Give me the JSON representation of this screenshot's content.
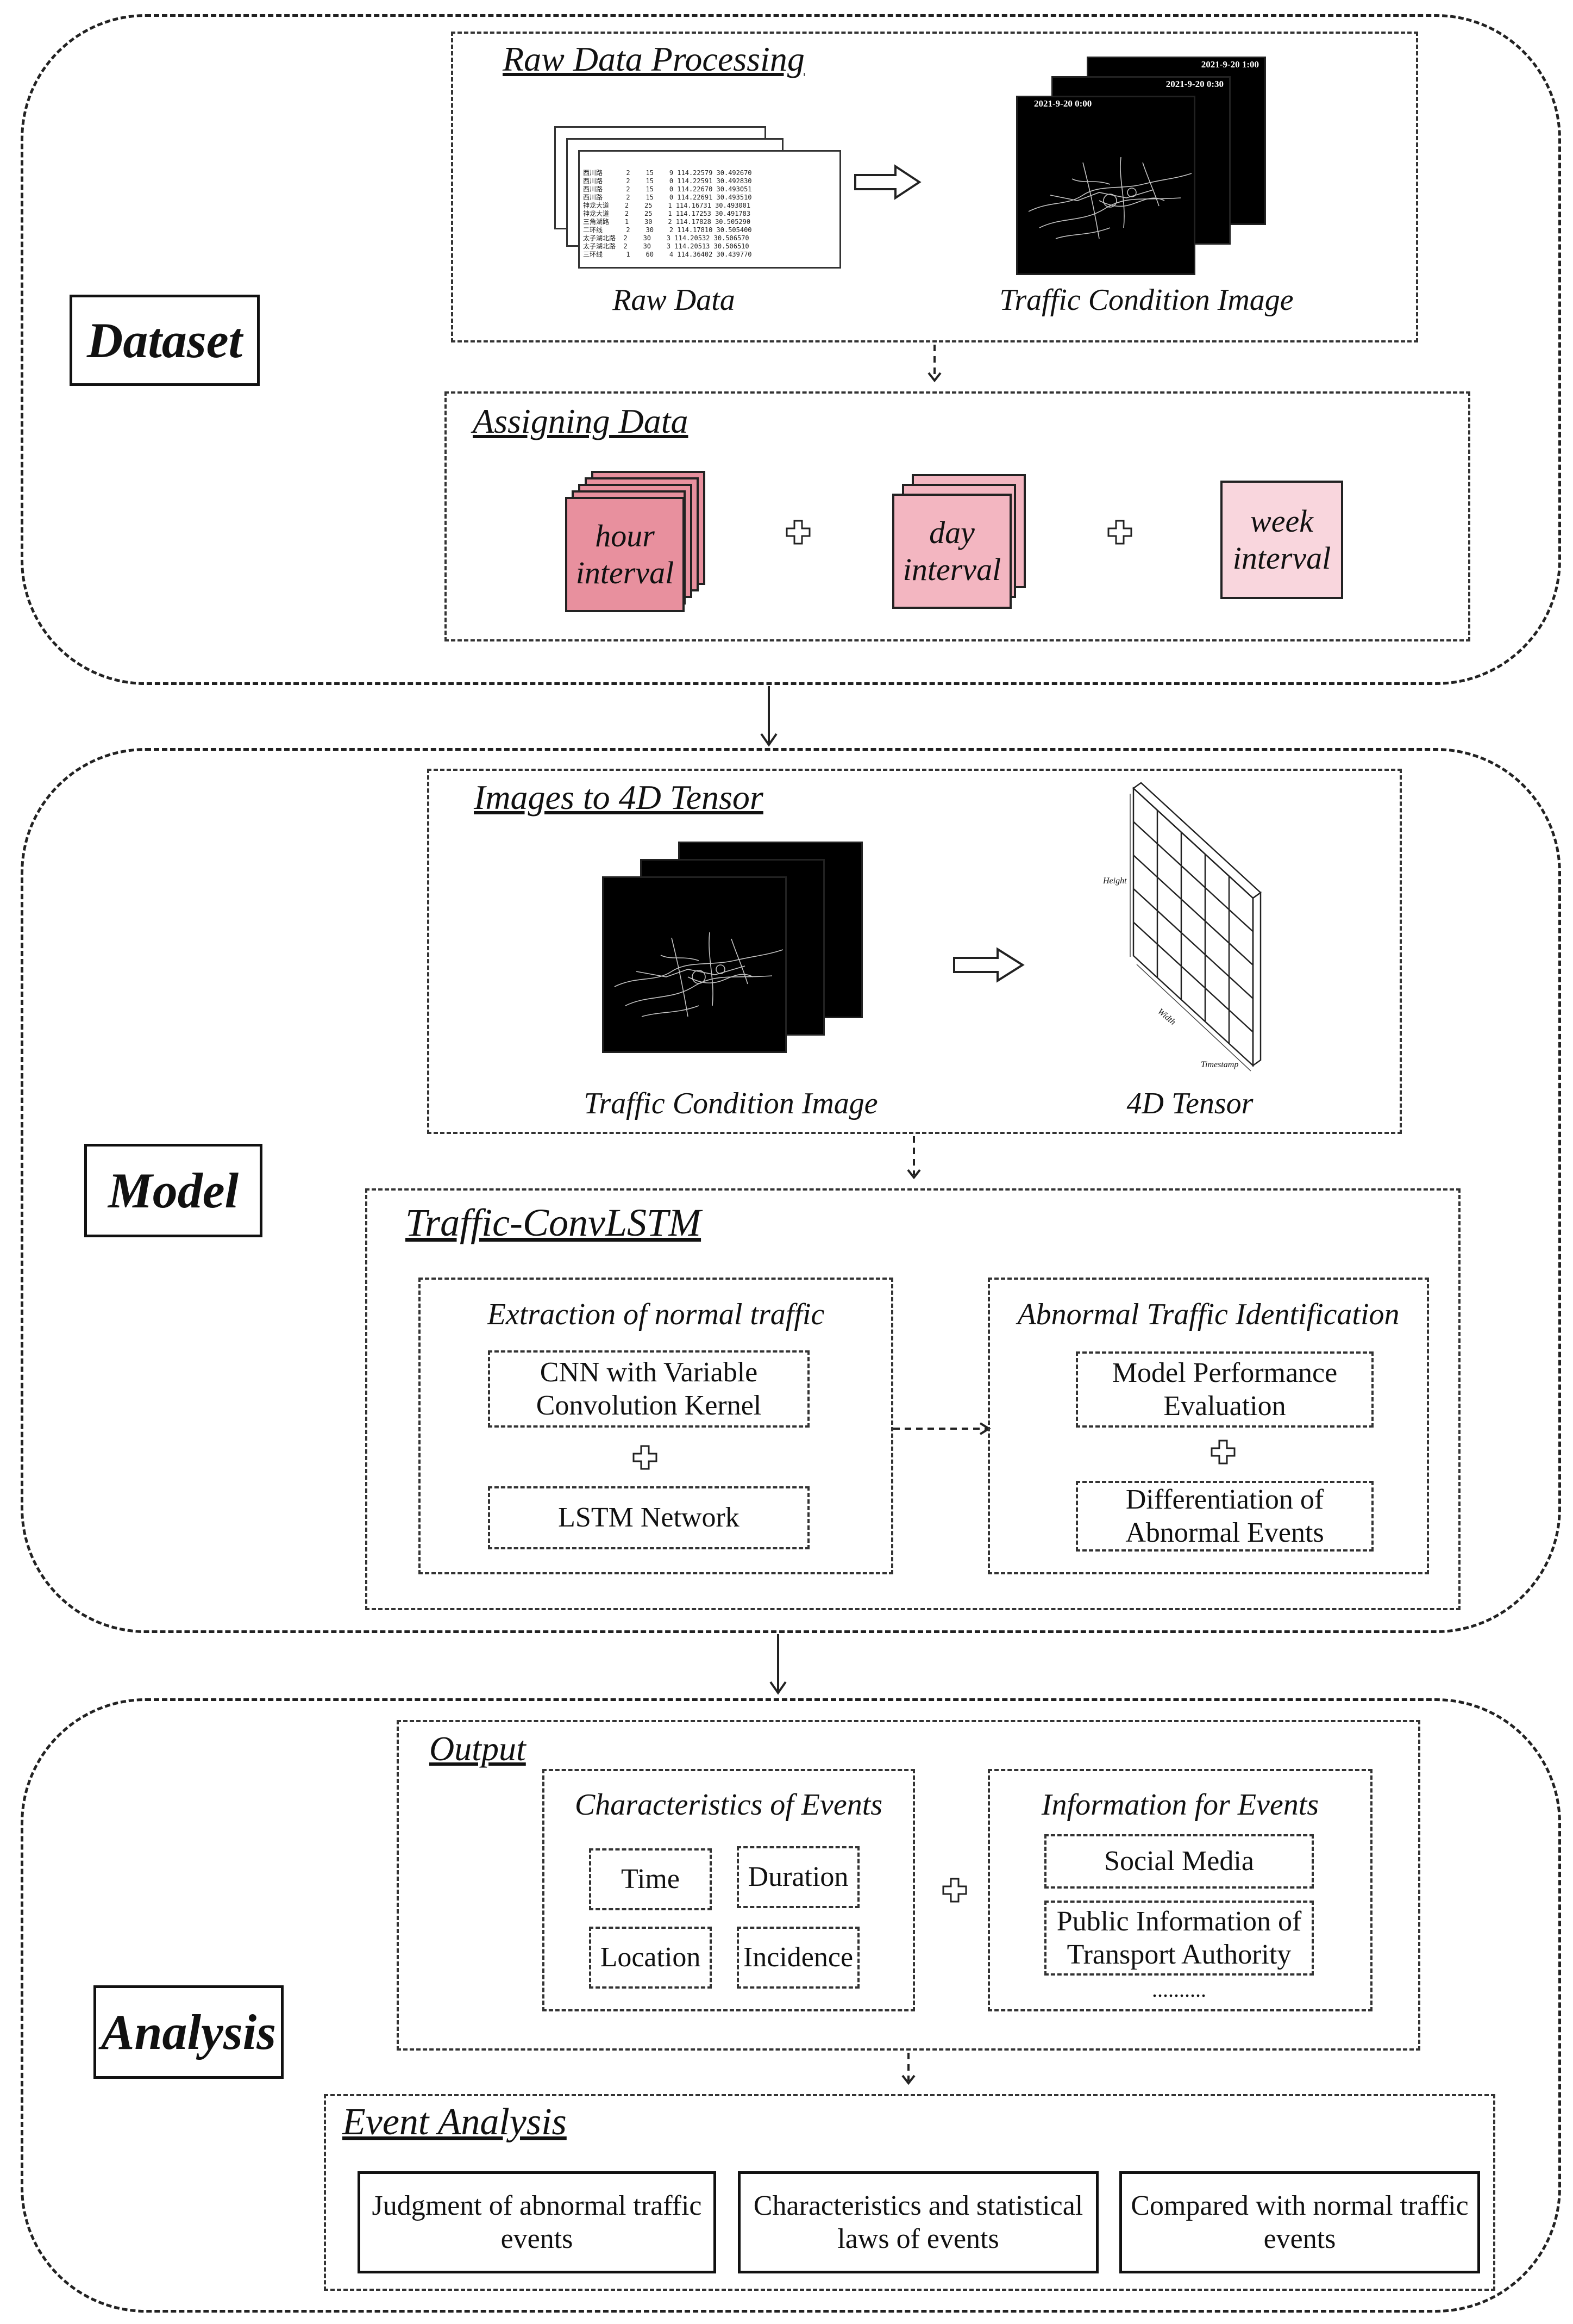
{
  "stages": {
    "dataset": "Dataset",
    "model": "Model",
    "analysis": "Analysis"
  },
  "raw_data_processing": {
    "title": "Raw Data Processing",
    "raw_data_caption": "Raw Data",
    "traffic_image_caption": "Traffic Condition Image",
    "timestamps": [
      "2021-9-20 1:00",
      "2021-9-20 0:30",
      "2021-9-20 0:00"
    ],
    "table_rows": [
      "西川路      2    15    9 114.22579 30.492670",
      "西川路      2    15    0 114.22591 30.492830",
      "西川路      2    15    0 114.22670 30.493051",
      "西川路      2    15    0 114.22691 30.493510",
      "神龙大道    2    25    1 114.16731 30.493001",
      "神龙大道    2    25    1 114.17253 30.491783",
      "三角湖路    1    30    2 114.17828 30.505290",
      "二环线      2    30    2 114.17810 30.505400",
      "太子湖北路  2    30    3 114.20532 30.506570",
      "太子湖北路  2    30    3 114.20513 30.506510",
      "三环线      1    60    4 114.36402 30.439770"
    ]
  },
  "assigning_data": {
    "title": "Assigning Data",
    "hour": "hour interval",
    "day": "day interval",
    "week": "week interval"
  },
  "images_to_tensor": {
    "title": "Images to 4D Tensor",
    "traffic_image_caption": "Traffic Condition Image",
    "tensor_caption": "4D Tensor",
    "axis_height": "Height",
    "axis_width": "Width",
    "axis_timestamp": "Timestamp"
  },
  "traffic_convlstm": {
    "title": "Traffic-ConvLSTM",
    "extraction": {
      "title": "Extraction of normal traffic",
      "cnn": "CNN with Variable Convolution Kernel",
      "lstm": "LSTM Network"
    },
    "identification": {
      "title": "Abnormal Traffic Identification",
      "performance": "Model Performance Evaluation",
      "differentiation": "Differentiation of Abnormal Events"
    }
  },
  "output": {
    "title": "Output",
    "characteristics": {
      "title": "Characteristics of Events",
      "time": "Time",
      "duration": "Duration",
      "location": "Location",
      "incidence": "Incidence"
    },
    "information": {
      "title": "Information for Events",
      "social_media": "Social Media",
      "public_info": "Public Information of Transport Authority",
      "ellipsis": ".........."
    }
  },
  "event_analysis": {
    "title": "Event Analysis",
    "judgment": "Judgment of abnormal traffic events",
    "characteristics": "Characteristics and statistical laws of events",
    "compared": "Compared with normal traffic events"
  },
  "colors": {
    "hour_fill": "#e8909e",
    "day_fill": "#f3b6c1",
    "week_fill": "#f9d6dd",
    "line": "#222222"
  }
}
